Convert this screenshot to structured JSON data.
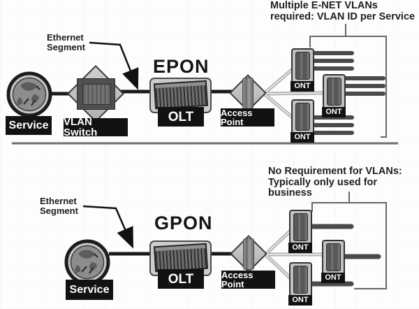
{
  "diagram": {
    "epon": {
      "title": "EPON",
      "ethernet_segment": {
        "line1": "Ethernet",
        "line2": "Segment"
      },
      "service_label": "Service",
      "vlan_switch_label": "VLAN Switch",
      "olt_label": "OLT",
      "access_point_label": "Access Point",
      "ont_label": "ONT",
      "ont_count": 3,
      "service_lines_per_ont": 3,
      "annotation": {
        "line1": "Multiple E-NET VLANs",
        "line2": "required: VLAN ID per Service"
      }
    },
    "gpon": {
      "title": "GPON",
      "ethernet_segment": {
        "line1": "Ethernet",
        "line2": "Segment"
      },
      "service_label": "Service",
      "olt_label": "OLT",
      "access_point_label": "Access Point",
      "ont_label": "ONT",
      "ont_count": 3,
      "service_lines_per_ont": 1,
      "annotation": {
        "line1": "No Requirement for VLANs:",
        "line2": "Typically only used for business"
      }
    },
    "colors": {
      "link_line": "#1a1a1a",
      "fiber_line": "#adadad",
      "service_bar": "#4a4a4a",
      "bracket": "#666666",
      "label_bg": "#121212",
      "label_text": "#ffffff",
      "device_fill": "#c9c9c9",
      "device_dark": "#565656"
    }
  }
}
